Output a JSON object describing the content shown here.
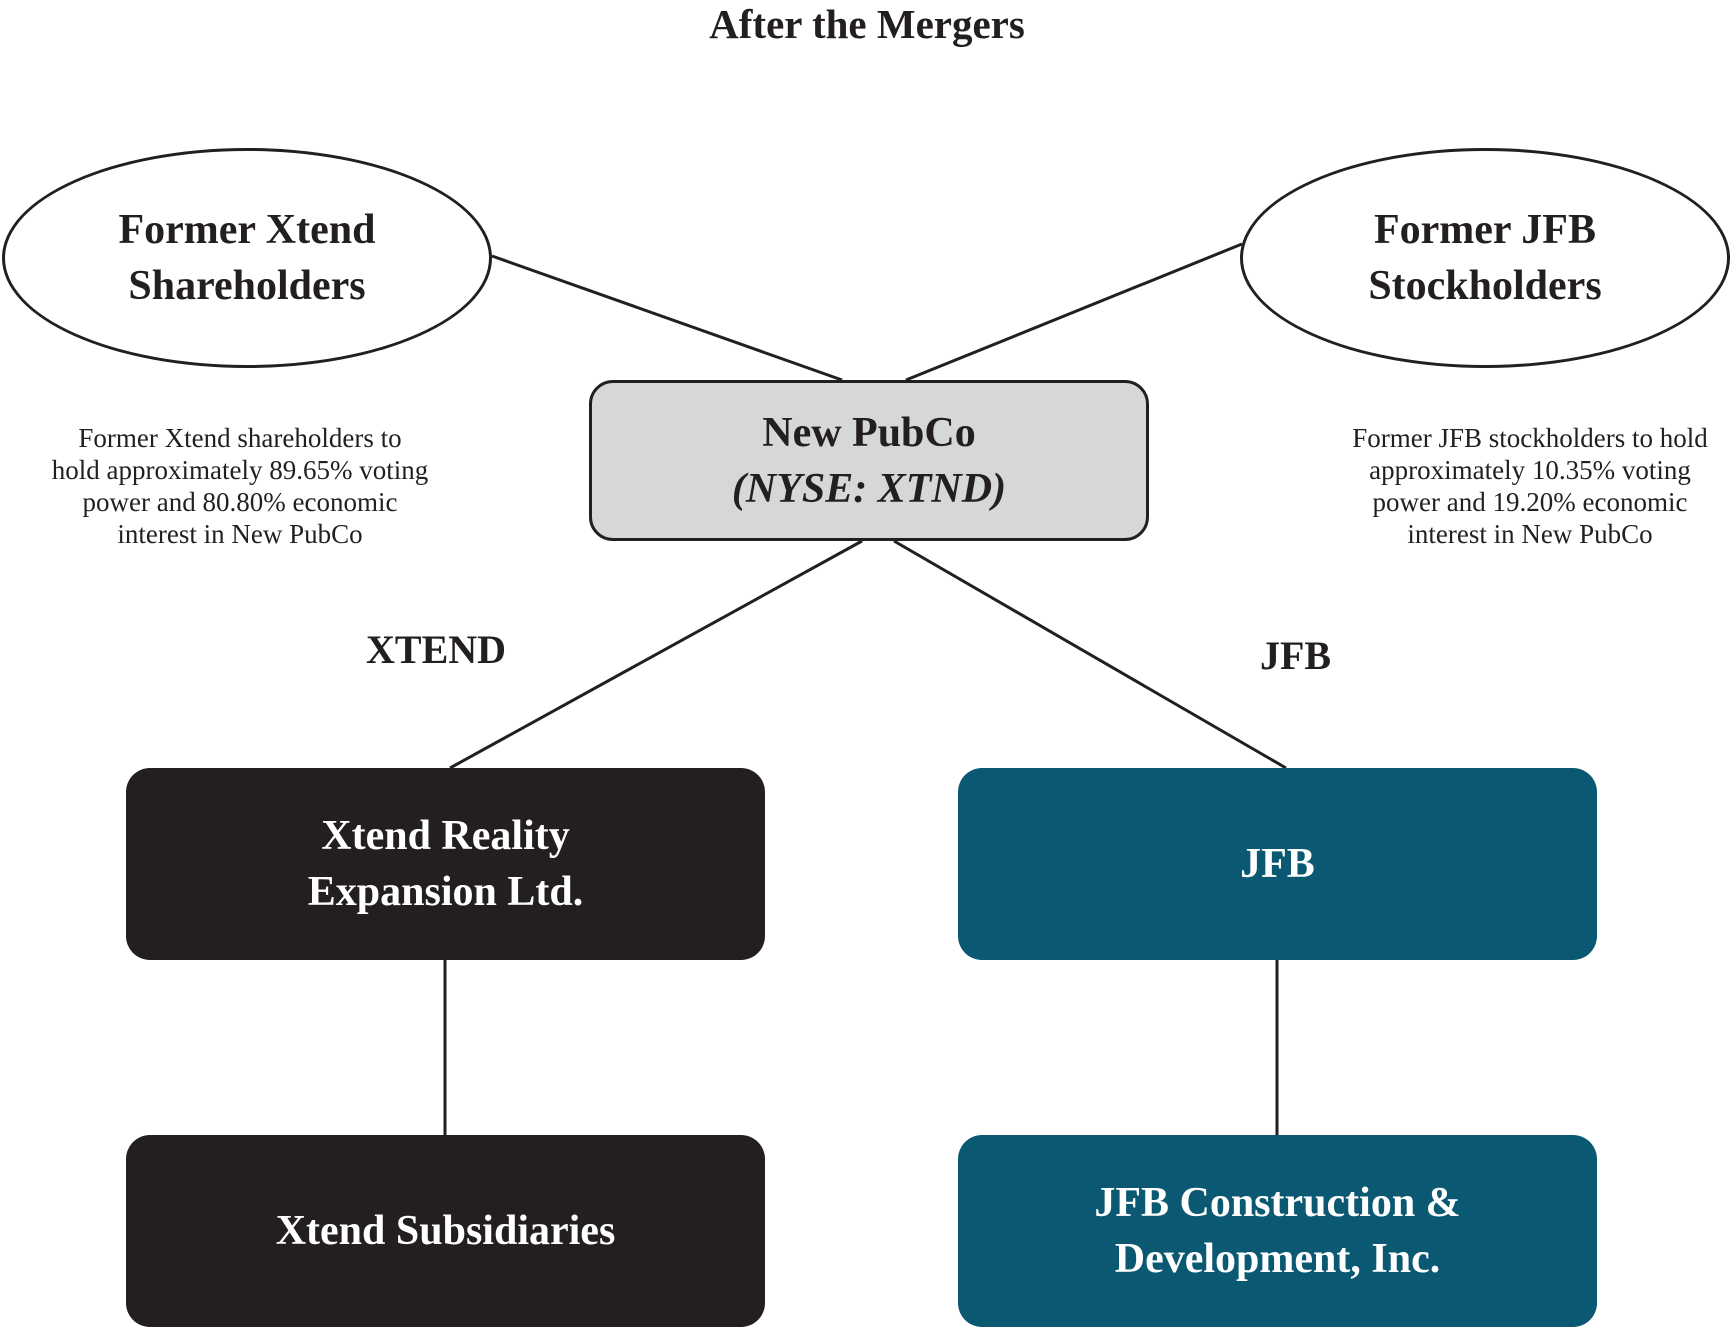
{
  "title": "After the Mergers",
  "shareholders": {
    "xtend": {
      "label": "Former Xtend\nShareholders",
      "note": "Former Xtend shareholders to\nhold approximately 89.65% voting\npower and 80.80% economic\ninterest in New PubCo"
    },
    "jfb": {
      "label": "Former JFB\nStockholders",
      "note": "Former JFB stockholders to hold\napproximately 10.35% voting\npower and 19.20% economic\ninterest in New PubCo"
    }
  },
  "parent": {
    "name": "New PubCo",
    "listing": "(NYSE: XTND)"
  },
  "branches": {
    "left_label": "XTEND",
    "right_label": "JFB"
  },
  "entities": {
    "xtend": "Xtend Reality\nExpansion Ltd.",
    "xtend_subsidiaries": "Xtend Subsidiaries",
    "jfb": "JFB",
    "jfb_subsidiary": "JFB Construction &\nDevelopment, Inc."
  },
  "colors": {
    "line": "#231f20",
    "root_fill": "#d6d7d9",
    "xtend_fill": "#231f20",
    "jfb_fill": "#0b5872"
  }
}
